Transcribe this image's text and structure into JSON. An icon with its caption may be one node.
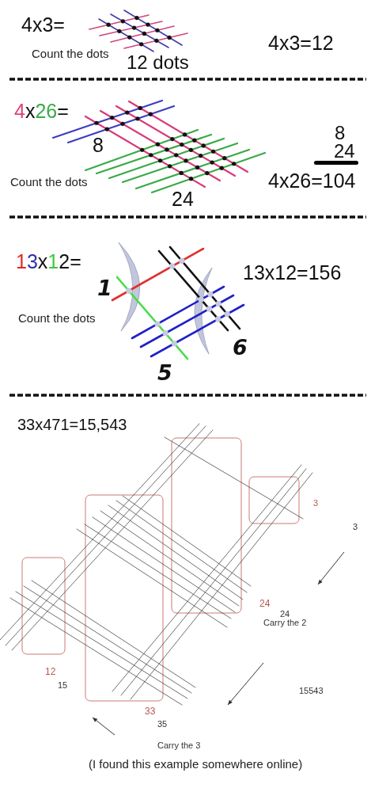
{
  "diagram": {
    "labels": [
      "4x3=",
      "Count the dots",
      "12 dots",
      "4x3=12",
      "4x26=",
      "8",
      "Count the dots",
      "24",
      "8",
      "24",
      "4x26=104",
      "13x12=",
      "1",
      "13x12=156",
      "Count the dots",
      "6",
      "5",
      "33x471=15,543",
      "3",
      "3",
      "24",
      "24",
      "Carry the 2",
      "12",
      "15",
      "15543",
      "33",
      "35",
      "Carry the 3",
      "(I found this example somewhere online)"
    ]
  }
}
